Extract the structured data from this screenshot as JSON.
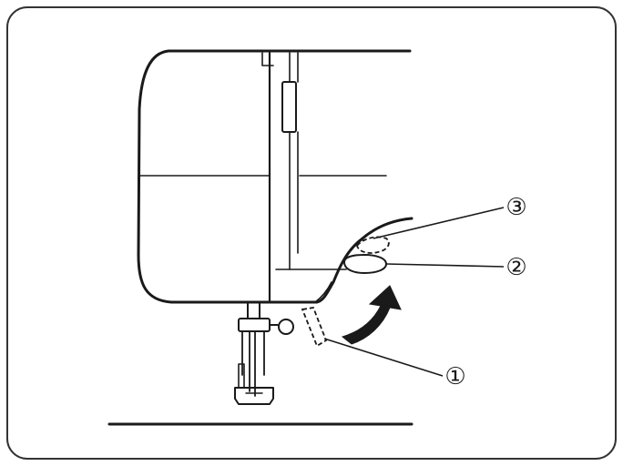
{
  "callouts": [
    {
      "id": "callout-1",
      "label": "①"
    },
    {
      "id": "callout-2",
      "label": "②"
    },
    {
      "id": "callout-3",
      "label": "③"
    }
  ],
  "colors": {
    "line": "#1a1a1a",
    "frame": "#333333",
    "background": "#ffffff"
  }
}
